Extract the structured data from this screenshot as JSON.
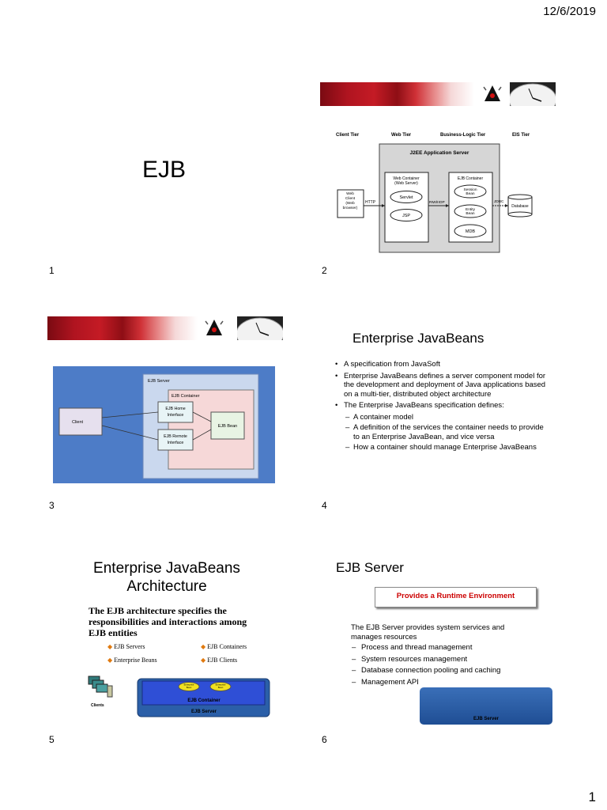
{
  "header": {
    "date": "12/6/2019"
  },
  "footer": {
    "page_number": "1"
  },
  "slides": {
    "s1": {
      "number": "1",
      "title": "EJB"
    },
    "s2": {
      "number": "2",
      "tiers": [
        "Client Tier",
        "Web Tier",
        "Business-Logic Tier",
        "EIS Tier"
      ],
      "app_server": "J2EE Application Server",
      "web_container": "Web Container\n(Web Server)",
      "servlet": "Servlet",
      "jsp": "JSP",
      "ejb_container": "EJB Container",
      "session_bean": "Session\nBean",
      "entity_bean": "Entity\nBean",
      "mdb": "MDB",
      "web_client": "Web\nClient\n(Web\nbrowser)",
      "http": "HTTP",
      "rmi": "RMI/IIOP",
      "jdbc": "JDBC",
      "database": "Database"
    },
    "s3": {
      "number": "3",
      "ejb_server": "EJB Server",
      "ejb_container": "EJB Container",
      "client": "Client",
      "home_interface": "EJB Home\nInterface",
      "remote_interface": "EJB Remote\nInterface",
      "ejb_bean": "EJB Bean"
    },
    "s4": {
      "number": "4",
      "title": "Enterprise JavaBeans",
      "bullets": [
        "A specification from JavaSoft",
        "Enterprise JavaBeans defines a server component model for the development and deployment of Java applications based on a multi-tier, distributed object architecture",
        "The Enterprise JavaBeans specification defines:"
      ],
      "sub_bullets": [
        "A container model",
        "A definition of the services the container needs to provide to an Enterprise JavaBean, and vice versa",
        "How a container should manage Enterprise JavaBeans"
      ]
    },
    "s5": {
      "number": "5",
      "title": "Enterprise JavaBeans\nArchitecture",
      "lead": "The EJB architecture specifies the responsibilities and interactions among EJB entities",
      "items": [
        "EJB Servers",
        "EJB Containers",
        "Enterprise Beans",
        "EJB Clients"
      ],
      "clients": "Clients",
      "bean1": "Enterprise\nBean",
      "bean2": "Enterprise\nBean",
      "container": "EJB Container",
      "server": "EJB Server"
    },
    "s6": {
      "number": "6",
      "title": "EJB Server",
      "callout": "Provides a Runtime Environment",
      "intro": "The EJB Server provides system services and manages resources",
      "items": [
        "Process and thread management",
        "System resources management",
        "Database connection pooling and caching",
        "Management API"
      ],
      "server_label": "EJB Server"
    }
  },
  "colors": {
    "accent_red": "#c41b25",
    "callout_red": "#cc0000",
    "diagram_blue": "#4d7cc7",
    "server_blue": "#2b5fa8"
  }
}
